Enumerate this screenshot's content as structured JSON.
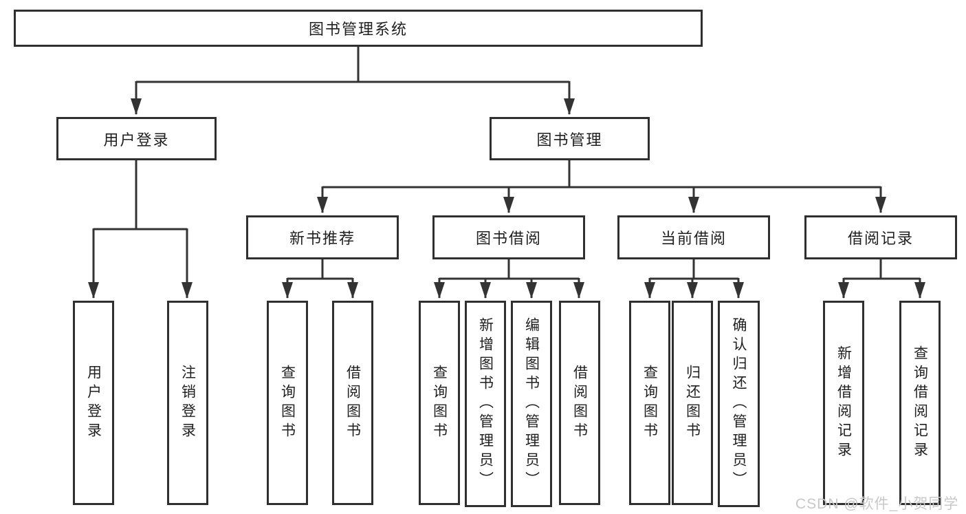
{
  "diagram": {
    "root": "图书管理系统",
    "level2": [
      "用户登录",
      "图书管理"
    ],
    "level3": [
      "新书推荐",
      "图书借阅",
      "当前借阅",
      "借阅记录"
    ],
    "leaves": [
      "用户登录",
      "注销登录",
      "查询图书",
      "借阅图书",
      "查询图书",
      "新增图书（管理员）",
      "编辑图书（管理员）",
      "借阅图书",
      "查询图书",
      "归还图书",
      "确认归还（管理员）",
      "新增借阅记录",
      "查询借阅记录"
    ],
    "watermark": "CSDN @软件_小贺同学",
    "colors": {
      "line": "#333333",
      "box_border": "#2f2f2f",
      "background": "#ffffff",
      "text": "#1f1f1f",
      "watermark": "#c8c8c8"
    }
  }
}
